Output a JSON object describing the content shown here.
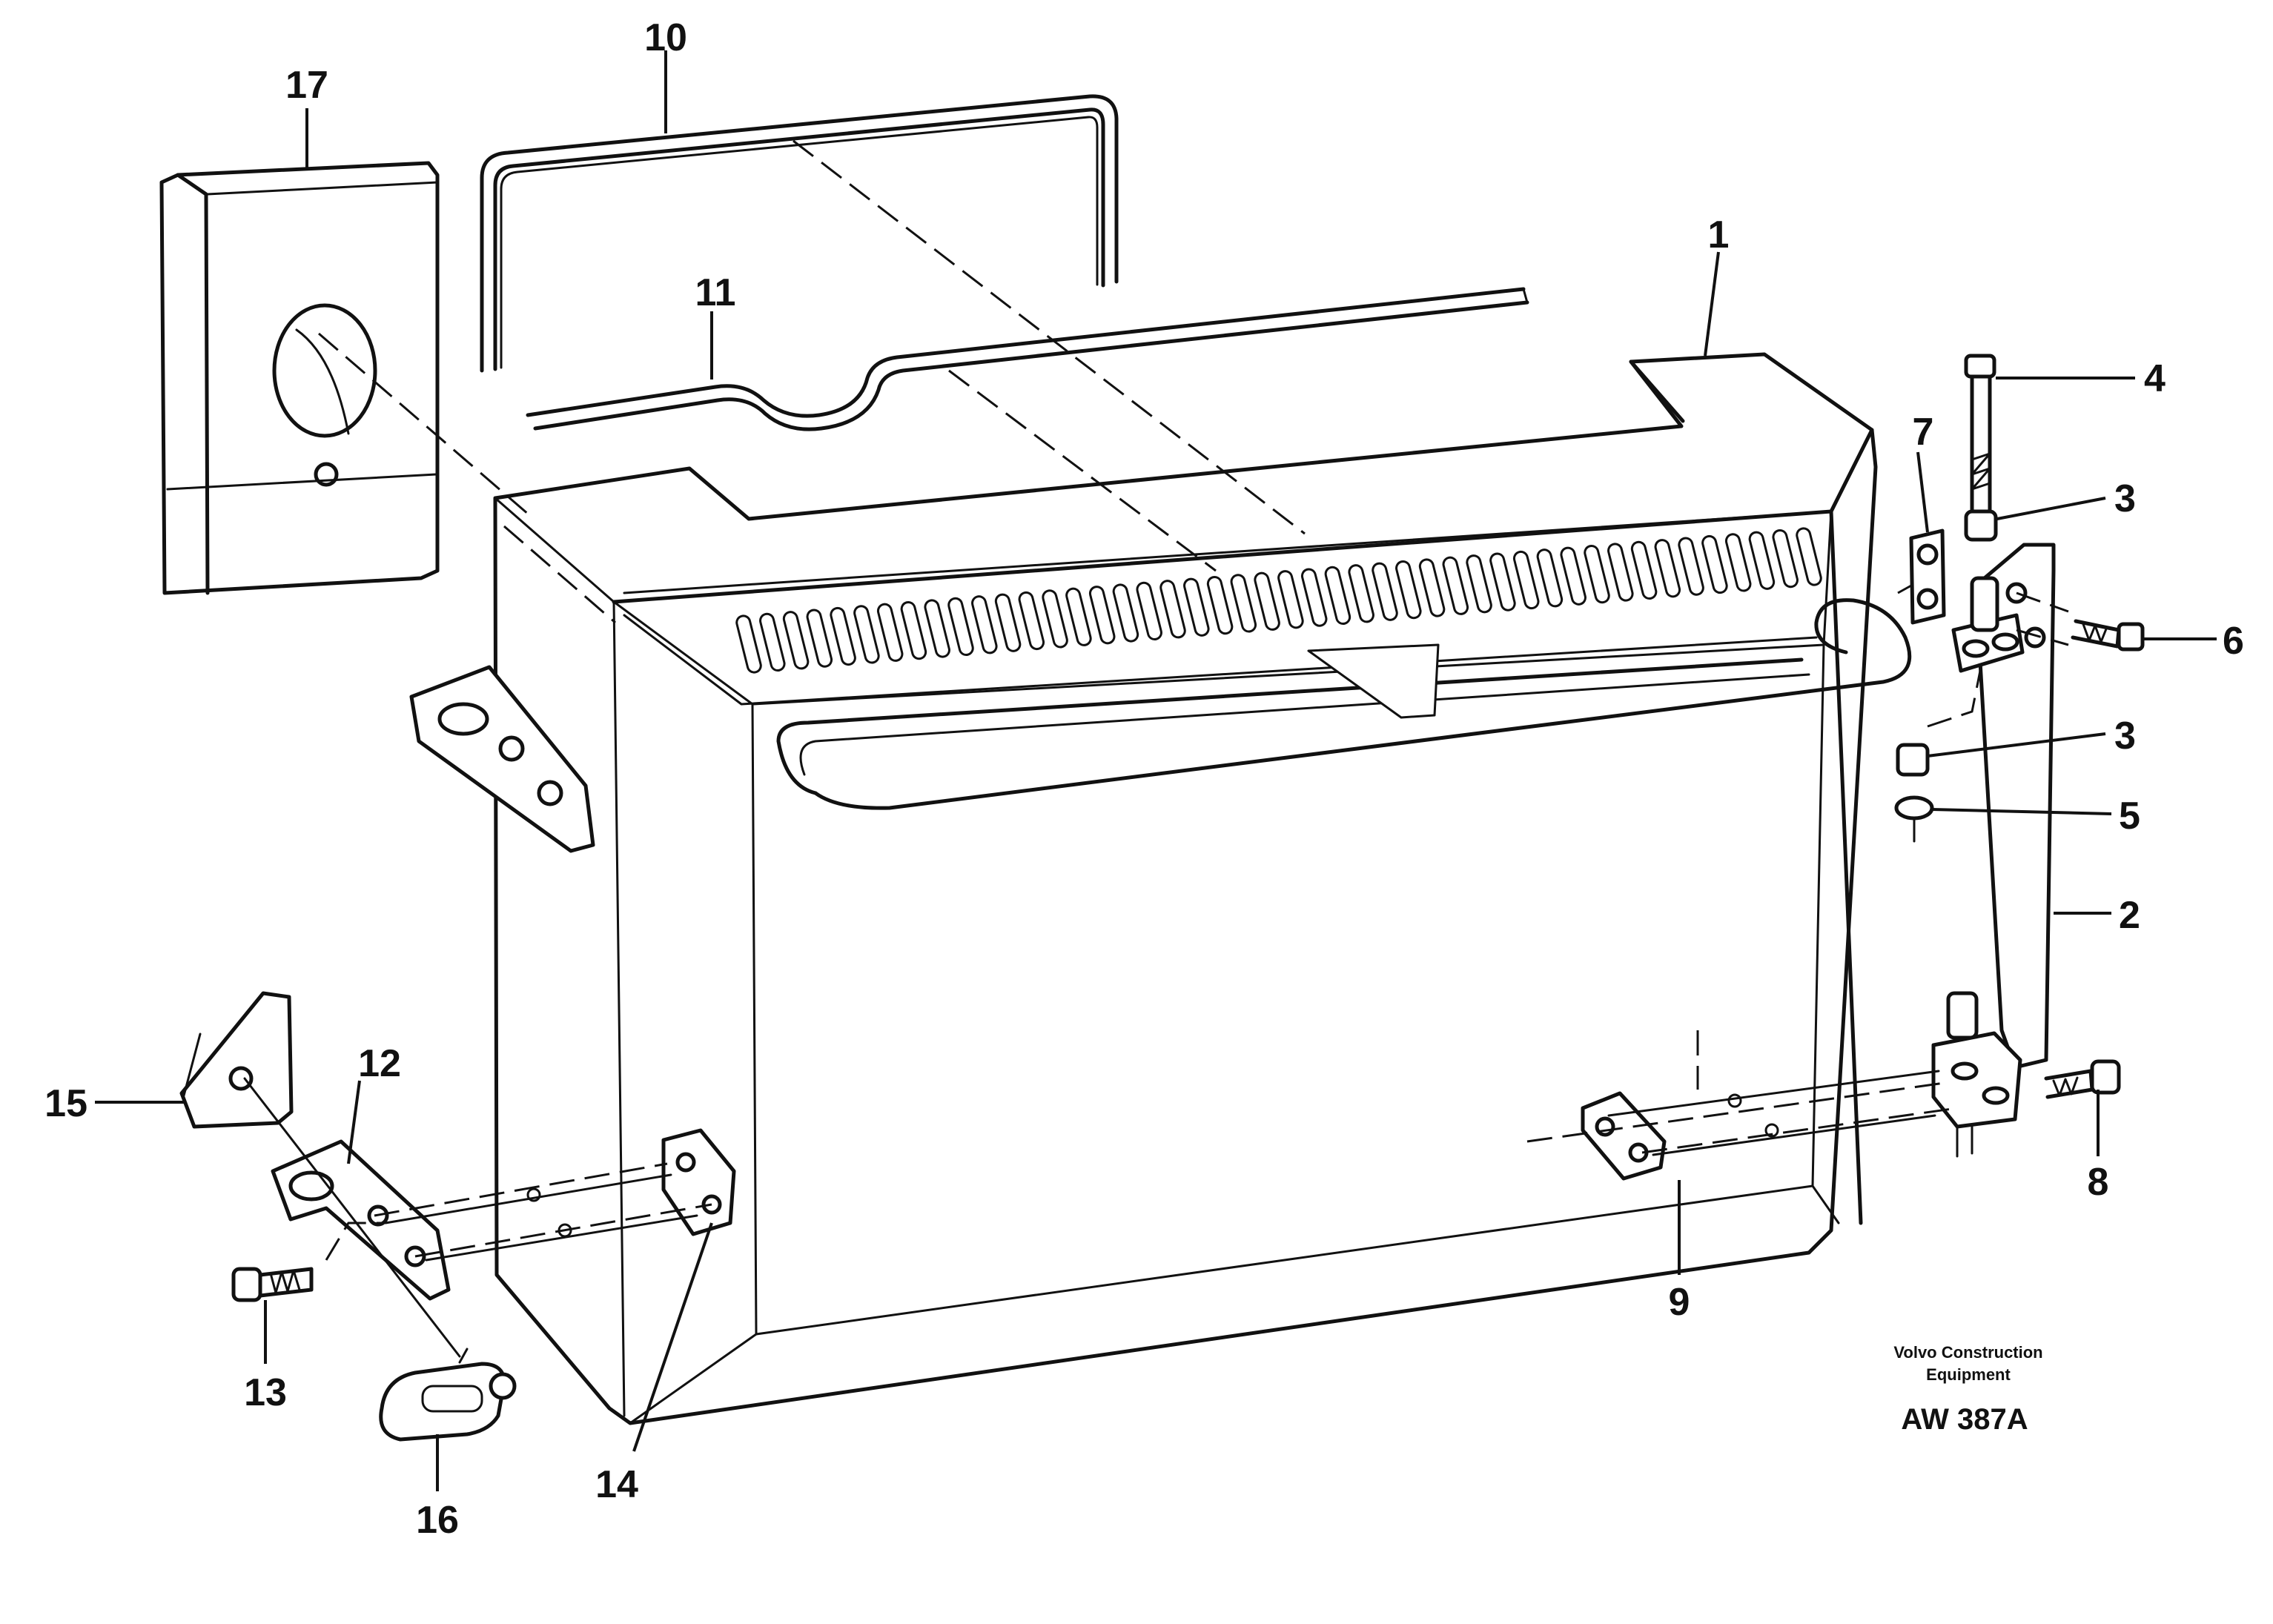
{
  "callouts": {
    "c1": "1",
    "c2": "2",
    "c3a": "3",
    "c3b": "3",
    "c4": "4",
    "c5": "5",
    "c6": "6",
    "c7": "7",
    "c8": "8",
    "c9": "9",
    "c10": "10",
    "c11": "11",
    "c12": "12",
    "c13": "13",
    "c14": "14",
    "c15": "15",
    "c16": "16",
    "c17": "17"
  },
  "credit": {
    "line1": "Volvo Construction",
    "line2": "Equipment"
  },
  "figure_code": "AW 387A",
  "icons": {
    "box": "battery-box-icon",
    "cover": "cover-box-icon",
    "seal_top": "seal-strip-icon",
    "seal_front": "sealing-strip-icon",
    "hinge": "hinge-bracket-icon",
    "bolt": "bolt-icon",
    "plate": "plate-icon",
    "latch": "latch-icon"
  }
}
